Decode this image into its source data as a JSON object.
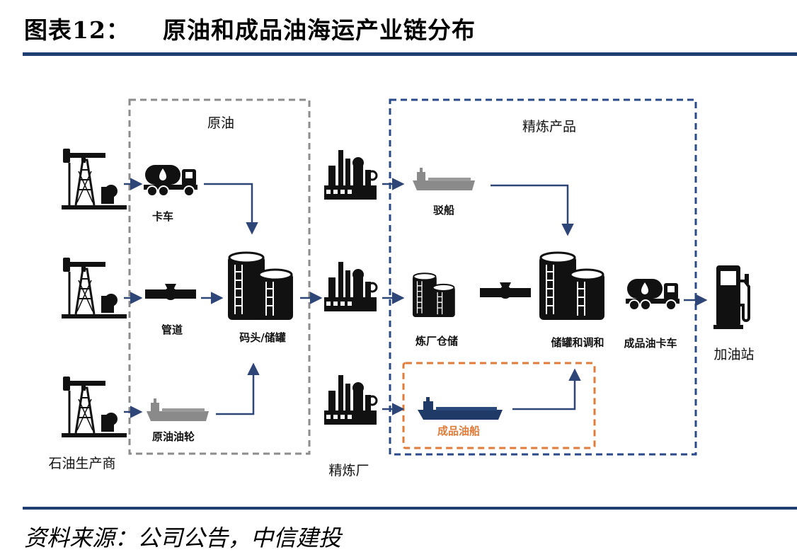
{
  "header": {
    "figure_number": "图表12：",
    "title": "原油和成品油海运产业链分布"
  },
  "diagram": {
    "crude_group": {
      "label": "原油",
      "items": {
        "truck": "卡车",
        "pipeline": "管道",
        "tanker": "原油油轮",
        "terminal": "码头/储罐"
      }
    },
    "refined_group": {
      "label": "精炼产品",
      "items": {
        "barge": "驳船",
        "refinery_storage": "炼厂仓储",
        "blending": "储罐和调和",
        "product_truck": "成品油卡车",
        "product_tanker": "成品油船"
      }
    },
    "producers": "石油生产商",
    "refinery": "精炼厂",
    "station": "加油站"
  },
  "colors": {
    "navy": "#1f3f73",
    "arrow": "#2e4577",
    "gray_dash": "#8c8c8c",
    "blue_dash": "#2a4a8a",
    "orange_dash": "#e07b39",
    "icon": "#111111",
    "ship_gray": "#8a8a8a",
    "ship_navy": "#1f3a66"
  },
  "footer": {
    "source": "资料来源：公司公告，中信建投"
  }
}
